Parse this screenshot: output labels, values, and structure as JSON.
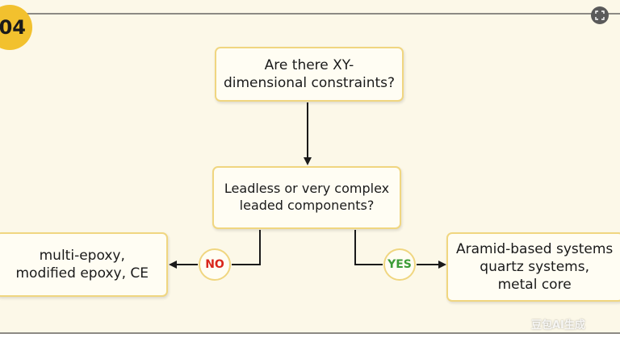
{
  "badge": {
    "label": "04"
  },
  "nodes": {
    "question_1": "Are there XY-\ndimensional constraints?",
    "question_2": "Leadless or very complex\nleaded components?",
    "no_outcome": "multi-epoxy,\nmodified epoxy, CE",
    "yes_outcome": "Aramid-based systems\nquartz systems,\nmetal core"
  },
  "edges": {
    "no_label": "NO",
    "yes_label": "YES"
  },
  "watermark": {
    "text": "豆包AI生成"
  },
  "colors": {
    "background": "#fcf8e8",
    "badge": "#f2c12e",
    "box_border": "#f0d680",
    "no": "#d9261c",
    "yes": "#3b9b36"
  },
  "icons": {
    "corner": "expand-icon"
  }
}
